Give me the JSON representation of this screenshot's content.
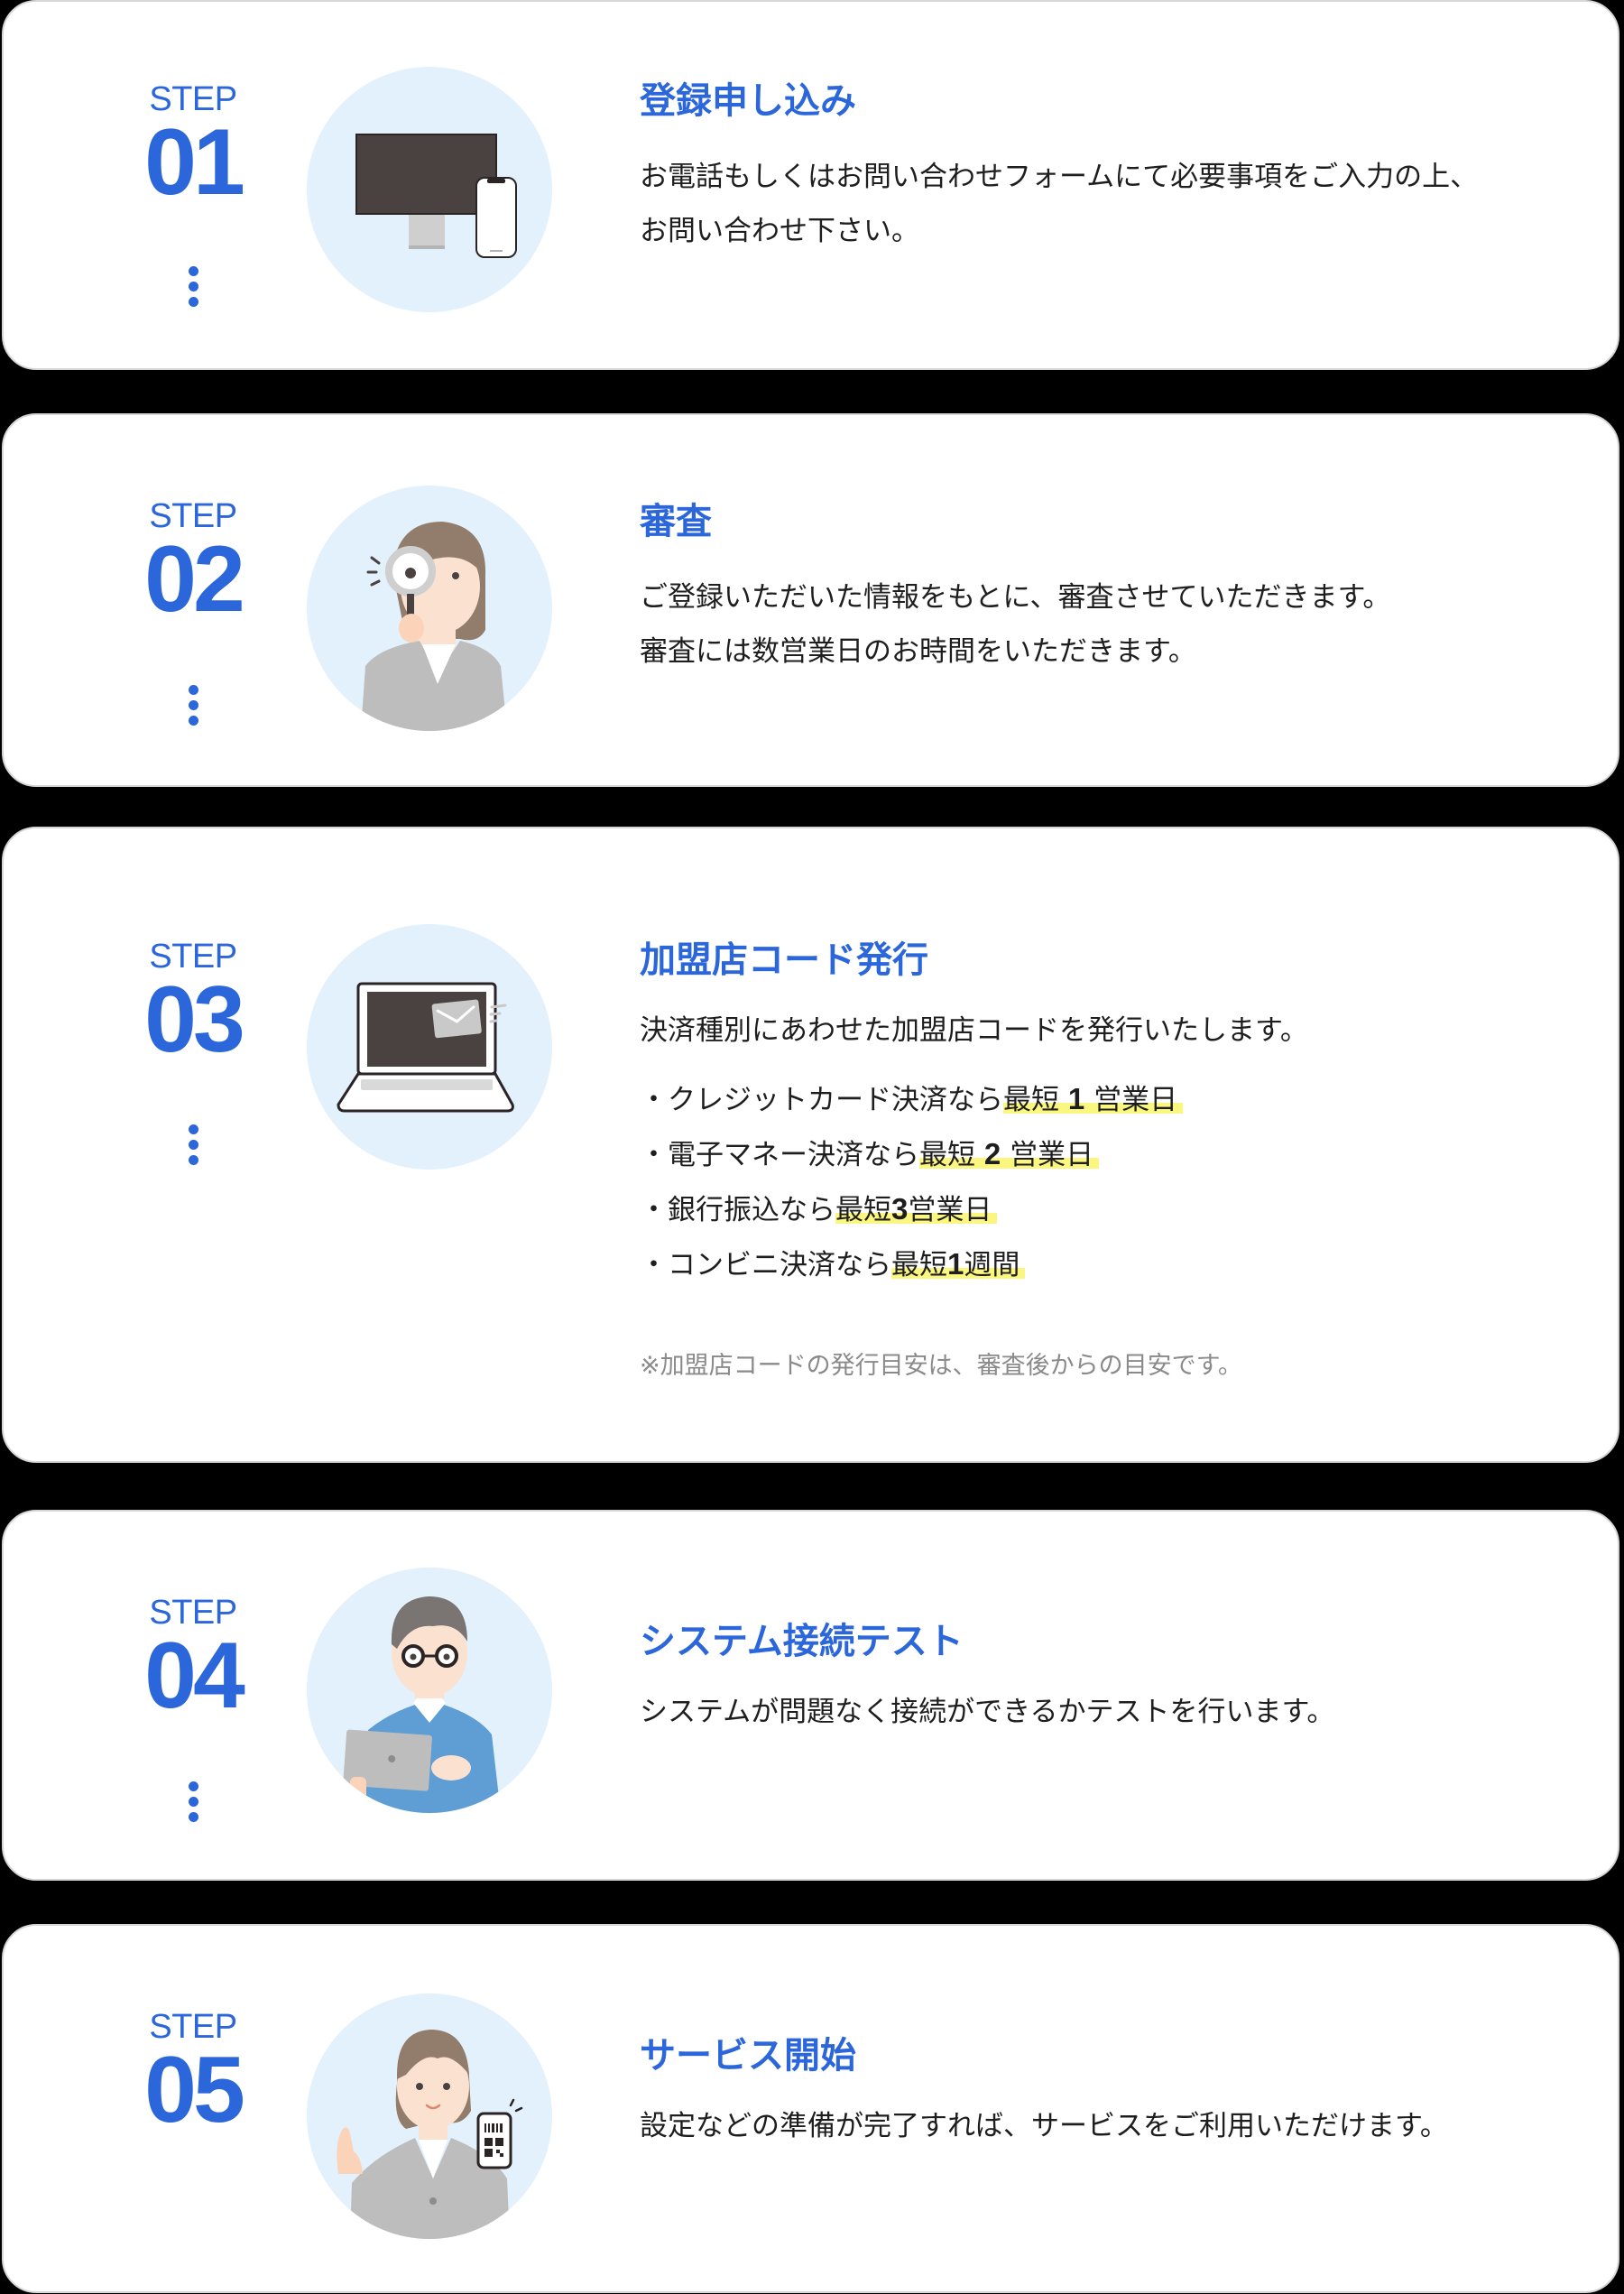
{
  "colors": {
    "accent": "#2b66da",
    "background": "#000000",
    "card": "#ffffff",
    "circle": "#e3f1fc",
    "highlight": "#fbf67f",
    "note": "#8a8a8a"
  },
  "steps": [
    {
      "label": "STEP",
      "number": "01",
      "illustration": "monitor-and-smartphone",
      "title": "登録申し込み",
      "body": [
        "お電話もしくはお問い合わせフォームにて必要事項をご入力の上、",
        "お問い合わせ下さい。"
      ],
      "has_dots": true
    },
    {
      "label": "STEP",
      "number": "02",
      "illustration": "woman-with-magnifying-glass",
      "title": "審査",
      "body": [
        "ご登録いただいた情報をもとに、審査させていただきます。",
        "審査には数営業日のお時間をいただきます。"
      ],
      "has_dots": true
    },
    {
      "label": "STEP",
      "number": "03",
      "illustration": "laptop-with-envelope",
      "title": "加盟店コード発行",
      "body": [
        "決済種別にあわせた加盟店コードを発行いたします。"
      ],
      "bullets": [
        {
          "prefix": "・クレジットカード決済なら",
          "hl_pre": "最短",
          "hl_num": "1",
          "hl_post": "営業日"
        },
        {
          "prefix": "・電子マネー決済なら",
          "hl_pre": "最短",
          "hl_num": "2",
          "hl_post": "営業日"
        },
        {
          "prefix": "・銀行振込なら",
          "hl_pre": "最短",
          "hl_num": "3",
          "hl_post": "営業日"
        },
        {
          "prefix": "・コンビニ決済なら",
          "hl_pre": "最短",
          "hl_num": "1",
          "hl_post": "週間"
        }
      ],
      "note": "※加盟店コードの発行目安は、審査後からの目安です。",
      "has_dots": true
    },
    {
      "label": "STEP",
      "number": "04",
      "illustration": "man-with-laptop",
      "title": "システム接続テスト",
      "body": [
        "システムが問題なく接続ができるかテストを行います。"
      ],
      "has_dots": true
    },
    {
      "label": "STEP",
      "number": "05",
      "illustration": "woman-with-qr-smartphone",
      "title": "サービス開始",
      "body": [
        "設定などの準備が完了すれば、サービスをご利用いただけます。"
      ],
      "has_dots": false
    }
  ]
}
